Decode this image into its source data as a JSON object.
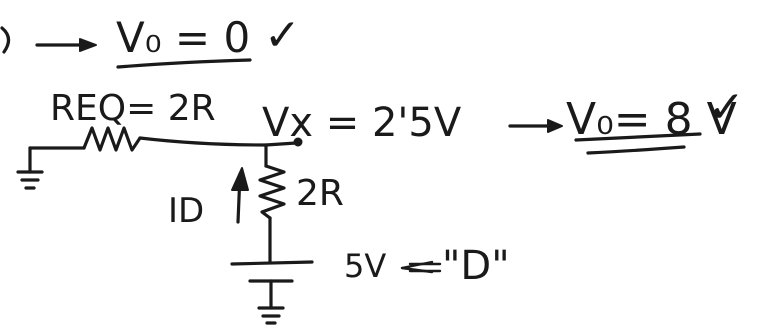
{
  "line1": {
    "result": "V₀ = 0",
    "check": "✓"
  },
  "line2": {
    "req_label": "REQ= 2R",
    "vx_expr": "Vx = 2'5V",
    "result": "V₀= 8 V",
    "check": "✓"
  },
  "circuit": {
    "resistor_label": "2R",
    "current_label": "ID",
    "source_label": "5V",
    "source_note": "\"D\""
  }
}
